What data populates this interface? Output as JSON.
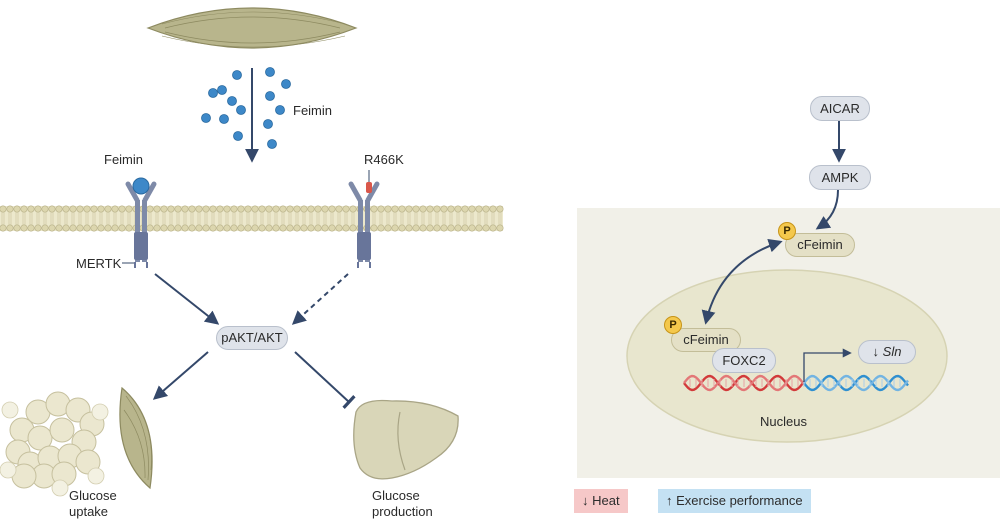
{
  "left": {
    "secreted_label": "Feimin",
    "receptor_ligand_label": "Feimin",
    "mutant_label": "R466K",
    "receptor_label": "MERTK",
    "hub_label": "pAKT/AKT",
    "uptake_label": [
      "Glucose",
      "uptake"
    ],
    "production_label": [
      "Glucose",
      "production"
    ]
  },
  "right": {
    "aicar_label": "AICAR",
    "ampk_label": "AMPK",
    "cytoplasmic_label": "cFeimin",
    "nuclear_label": "cFeimin",
    "foxc2_label": "FOXC2",
    "phospho_label": "P",
    "gene_arrow": "↓",
    "gene_label": "Sln",
    "nucleus_label": "Nucleus"
  },
  "outcomes": {
    "heat": "↓ Heat",
    "exercise": "↑ Exercise performance"
  },
  "colors": {
    "arrow": "#34486a",
    "membrane": "#dcd6ae",
    "feimin_ball": "#3d88c8",
    "mutation": "#d9574a",
    "cell_bg": "#f1f0e8",
    "nucleus": "#e8e6ce",
    "dna_red": "#d23a3a",
    "dna_blue": "#2f8fd0",
    "heat_bg": "#f6c8c8",
    "exercise_bg": "#c4e1f3"
  }
}
